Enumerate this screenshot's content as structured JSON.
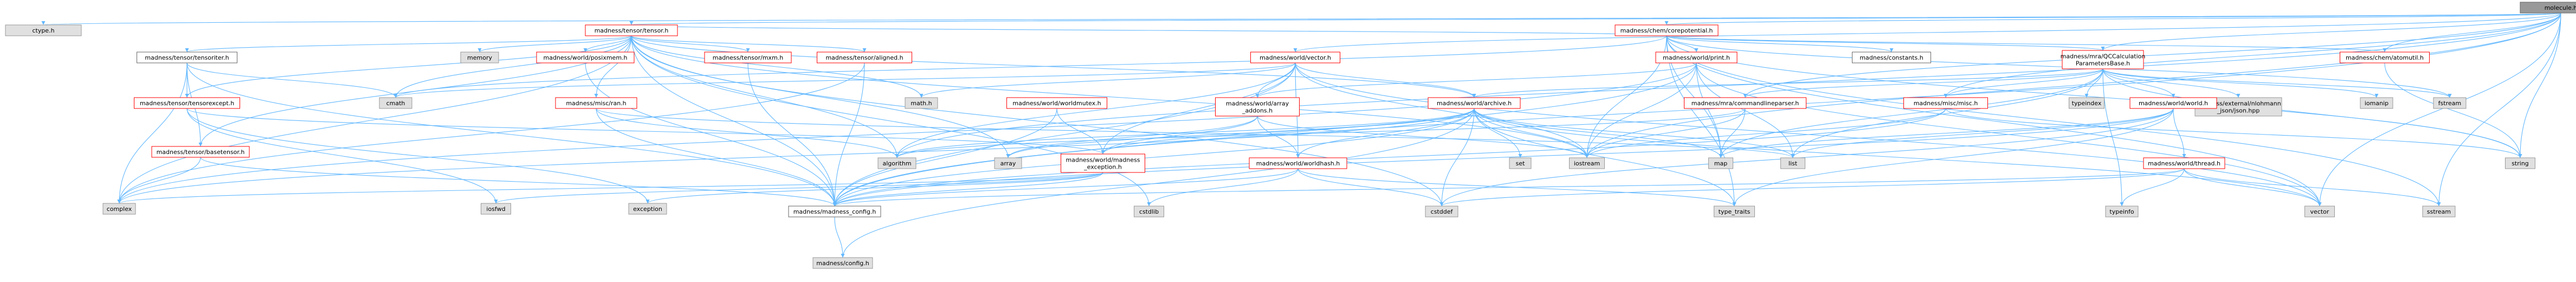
{
  "title": "molecule.h",
  "colors": {
    "root_fill": "#999999",
    "local_fill": "#ffffff",
    "local_border": "#666666",
    "linked_border": "#ff0000",
    "system_fill": "#e0e0e0",
    "system_border": "#999999",
    "edge": "#63b8ff",
    "background": "#ffffff"
  },
  "nodes": {
    "molecule_h": {
      "label": [
        "molecule.h"
      ],
      "kind": "root"
    },
    "ctype_h": {
      "label": [
        "ctype.h"
      ],
      "kind": "system"
    },
    "tensor_h": {
      "label": [
        "madness/tensor/tensor.h"
      ],
      "kind": "local-linked"
    },
    "corepotential_h": {
      "label": [
        "madness/chem/corepotential.h"
      ],
      "kind": "local-linked"
    },
    "tensoriter_h": {
      "label": [
        "madness/tensor/tensoriter.h"
      ],
      "kind": "local"
    },
    "memory": {
      "label": [
        "memory"
      ],
      "kind": "system"
    },
    "posixmem_h": {
      "label": [
        "madness/world/posixmem.h"
      ],
      "kind": "local-linked"
    },
    "mxm_h": {
      "label": [
        "madness/tensor/mxm.h"
      ],
      "kind": "local-linked"
    },
    "aligned_h": {
      "label": [
        "madness/tensor/aligned.h"
      ],
      "kind": "local-linked"
    },
    "vector_h": {
      "label": [
        "madness/world/vector.h"
      ],
      "kind": "local-linked"
    },
    "print_h": {
      "label": [
        "madness/world/print.h"
      ],
      "kind": "local-linked"
    },
    "constants_h": {
      "label": [
        "madness/constants.h"
      ],
      "kind": "local"
    },
    "qccalc_h": {
      "label": [
        "madness/mra/QCCalculation",
        "ParametersBase.h"
      ],
      "kind": "local-linked"
    },
    "atomutil_h": {
      "label": [
        "madness/chem/atomutil.h"
      ],
      "kind": "local-linked"
    },
    "tensorexcept_h": {
      "label": [
        "madness/tensor/tensorexcept.h"
      ],
      "kind": "local-linked"
    },
    "cmath": {
      "label": [
        "cmath"
      ],
      "kind": "system"
    },
    "ran_h": {
      "label": [
        "madness/misc/ran.h"
      ],
      "kind": "local-linked"
    },
    "math_h": {
      "label": [
        "math.h"
      ],
      "kind": "system"
    },
    "worldmutex_h": {
      "label": [
        "madness/world/worldmutex.h"
      ],
      "kind": "local-linked"
    },
    "array_addons_h": {
      "label": [
        "madness/world/array",
        "_addons.h"
      ],
      "kind": "local-linked"
    },
    "archive_h": {
      "label": [
        "madness/world/archive.h"
      ],
      "kind": "local-linked"
    },
    "commandlineparser_h": {
      "label": [
        "madness/mra/commandlineparser.h"
      ],
      "kind": "local-linked"
    },
    "misc_h": {
      "label": [
        "madness/misc/misc.h"
      ],
      "kind": "local-linked"
    },
    "typeindex": {
      "label": [
        "typeindex"
      ],
      "kind": "system"
    },
    "json_hpp": {
      "label": [
        "madness/external/nlohmann",
        "_json/json.hpp"
      ],
      "kind": "system"
    },
    "iomanip": {
      "label": [
        "iomanip"
      ],
      "kind": "system"
    },
    "fstream": {
      "label": [
        "fstream"
      ],
      "kind": "system"
    },
    "world_h": {
      "label": [
        "madness/world/world.h"
      ],
      "kind": "local-linked"
    },
    "basetensor_h": {
      "label": [
        "madness/tensor/basetensor.h"
      ],
      "kind": "local-linked"
    },
    "madness_exception_h": {
      "label": [
        "madness/world/madness",
        "_exception.h"
      ],
      "kind": "local-linked"
    },
    "worldhash_h": {
      "label": [
        "madness/world/worldhash.h"
      ],
      "kind": "local-linked"
    },
    "thread_h": {
      "label": [
        "madness/world/thread.h"
      ],
      "kind": "local-linked"
    },
    "algorithm": {
      "label": [
        "algorithm"
      ],
      "kind": "system"
    },
    "array": {
      "label": [
        "array"
      ],
      "kind": "system"
    },
    "set": {
      "label": [
        "set"
      ],
      "kind": "system"
    },
    "iostream": {
      "label": [
        "iostream"
      ],
      "kind": "system"
    },
    "map": {
      "label": [
        "map"
      ],
      "kind": "system"
    },
    "list": {
      "label": [
        "list"
      ],
      "kind": "system"
    },
    "string": {
      "label": [
        "string"
      ],
      "kind": "system"
    },
    "complex": {
      "label": [
        "complex"
      ],
      "kind": "system"
    },
    "iosfwd": {
      "label": [
        "iosfwd"
      ],
      "kind": "system"
    },
    "exception": {
      "label": [
        "exception"
      ],
      "kind": "system"
    },
    "madness_config_h": {
      "label": [
        "madness/madness_config.h"
      ],
      "kind": "local"
    },
    "cstdlib": {
      "label": [
        "cstdlib"
      ],
      "kind": "system"
    },
    "cstddef": {
      "label": [
        "cstddef"
      ],
      "kind": "system"
    },
    "type_traits": {
      "label": [
        "type_traits"
      ],
      "kind": "system"
    },
    "typeinfo": {
      "label": [
        "typeinfo"
      ],
      "kind": "system"
    },
    "vector": {
      "label": [
        "vector"
      ],
      "kind": "system"
    },
    "sstream": {
      "label": [
        "sstream"
      ],
      "kind": "system"
    },
    "config_h": {
      "label": [
        "madness/config.h"
      ],
      "kind": "system"
    }
  },
  "edges": [
    [
      "molecule_h",
      "ctype_h"
    ],
    [
      "molecule_h",
      "tensor_h"
    ],
    [
      "molecule_h",
      "corepotential_h"
    ],
    [
      "molecule_h",
      "atomutil_h"
    ],
    [
      "molecule_h",
      "qccalc_h"
    ],
    [
      "molecule_h",
      "misc_h"
    ],
    [
      "molecule_h",
      "commandlineparser_h"
    ],
    [
      "molecule_h",
      "vector_h"
    ],
    [
      "molecule_h",
      "iostream"
    ],
    [
      "molecule_h",
      "string"
    ],
    [
      "molecule_h",
      "vector"
    ],
    [
      "molecule_h",
      "sstream"
    ],
    [
      "molecule_h",
      "algorithm"
    ],
    [
      "molecule_h",
      "madness_config_h"
    ],
    [
      "tensor_h",
      "tensoriter_h"
    ],
    [
      "tensor_h",
      "memory"
    ],
    [
      "tensor_h",
      "posixmem_h"
    ],
    [
      "tensor_h",
      "mxm_h"
    ],
    [
      "tensor_h",
      "aligned_h"
    ],
    [
      "tensor_h",
      "tensorexcept_h"
    ],
    [
      "tensor_h",
      "cmath"
    ],
    [
      "tensor_h",
      "complex"
    ],
    [
      "tensor_h",
      "ran_h"
    ],
    [
      "tensor_h",
      "archive_h"
    ],
    [
      "tensor_h",
      "algorithm"
    ],
    [
      "tensor_h",
      "iostream"
    ],
    [
      "tensor_h",
      "madness_config_h"
    ],
    [
      "tensor_h",
      "array"
    ],
    [
      "tensor_h",
      "math_h"
    ],
    [
      "tensor_h",
      "cstdlib"
    ],
    [
      "tensor_h",
      "cstddef"
    ],
    [
      "tensor_h",
      "basetensor_h"
    ],
    [
      "corepotential_h",
      "tensor_h"
    ],
    [
      "corepotential_h",
      "constants_h"
    ],
    [
      "corepotential_h",
      "print_h"
    ],
    [
      "corepotential_h",
      "qccalc_h"
    ],
    [
      "corepotential_h",
      "atomutil_h"
    ],
    [
      "corepotential_h",
      "string"
    ],
    [
      "corepotential_h",
      "vector"
    ],
    [
      "corepotential_h",
      "map"
    ],
    [
      "corepotential_h",
      "iostream"
    ],
    [
      "corepotential_h",
      "fstream"
    ],
    [
      "corepotential_h",
      "sstream"
    ],
    [
      "corepotential_h",
      "type_traits"
    ],
    [
      "corepotential_h",
      "cmath"
    ],
    [
      "tensoriter_h",
      "tensorexcept_h"
    ],
    [
      "tensoriter_h",
      "basetensor_h"
    ],
    [
      "tensoriter_h",
      "madness_config_h"
    ],
    [
      "tensoriter_h",
      "cmath"
    ],
    [
      "tensoriter_h",
      "complex"
    ],
    [
      "posixmem_h",
      "madness_config_h"
    ],
    [
      "mxm_h",
      "madness_config_h"
    ],
    [
      "aligned_h",
      "madness_config_h"
    ],
    [
      "aligned_h",
      "complex"
    ],
    [
      "vector_h",
      "array_addons_h"
    ],
    [
      "vector_h",
      "archive_h"
    ],
    [
      "vector_h",
      "worldhash_h"
    ],
    [
      "vector_h",
      "madness_exception_h"
    ],
    [
      "vector_h",
      "vector"
    ],
    [
      "vector_h",
      "algorithm"
    ],
    [
      "vector_h",
      "iostream"
    ],
    [
      "vector_h",
      "math_h"
    ],
    [
      "vector_h",
      "cmath"
    ],
    [
      "vector_h",
      "madness_config_h"
    ],
    [
      "print_h",
      "madness_config_h"
    ],
    [
      "print_h",
      "iostream"
    ],
    [
      "print_h",
      "list"
    ],
    [
      "print_h",
      "vector"
    ],
    [
      "print_h",
      "map"
    ],
    [
      "print_h",
      "complex"
    ],
    [
      "print_h",
      "array_addons_h"
    ],
    [
      "qccalc_h",
      "world_h"
    ],
    [
      "qccalc_h",
      "archive_h"
    ],
    [
      "qccalc_h",
      "commandlineparser_h"
    ],
    [
      "qccalc_h",
      "typeindex"
    ],
    [
      "qccalc_h",
      "json_hpp"
    ],
    [
      "qccalc_h",
      "iomanip"
    ],
    [
      "qccalc_h",
      "fstream"
    ],
    [
      "qccalc_h",
      "string"
    ],
    [
      "qccalc_h",
      "map"
    ],
    [
      "qccalc_h",
      "list"
    ],
    [
      "qccalc_h",
      "misc_h"
    ],
    [
      "qccalc_h",
      "typeinfo"
    ],
    [
      "atomutil_h",
      "string"
    ],
    [
      "tensorexcept_h",
      "madness_exception_h"
    ],
    [
      "tensorexcept_h",
      "iosfwd"
    ],
    [
      "tensorexcept_h",
      "exception"
    ],
    [
      "ran_h",
      "madness_config_h"
    ],
    [
      "ran_h",
      "algorithm"
    ],
    [
      "ran_h",
      "list"
    ],
    [
      "worldmutex_h",
      "madness_exception_h"
    ],
    [
      "worldmutex_h",
      "madness_config_h"
    ],
    [
      "array_addons_h",
      "madness_exception_h"
    ],
    [
      "array_addons_h",
      "worldhash_h"
    ],
    [
      "array_addons_h",
      "array"
    ],
    [
      "array_addons_h",
      "iostream"
    ],
    [
      "archive_h",
      "madness_exception_h"
    ],
    [
      "archive_h",
      "worldhash_h"
    ],
    [
      "archive_h",
      "algorithm"
    ],
    [
      "archive_h",
      "array"
    ],
    [
      "archive_h",
      "set"
    ],
    [
      "archive_h",
      "iostream"
    ],
    [
      "archive_h",
      "map"
    ],
    [
      "archive_h",
      "list"
    ],
    [
      "archive_h",
      "complex"
    ],
    [
      "archive_h",
      "cstddef"
    ],
    [
      "archive_h",
      "type_traits"
    ],
    [
      "archive_h",
      "vector"
    ],
    [
      "archive_h",
      "madness_config_h"
    ],
    [
      "archive_h",
      "config_h"
    ],
    [
      "commandlineparser_h",
      "map"
    ],
    [
      "commandlineparser_h",
      "algorithm"
    ],
    [
      "commandlineparser_h",
      "iostream"
    ],
    [
      "misc_h",
      "iostream"
    ],
    [
      "misc_h",
      "string"
    ],
    [
      "misc_h",
      "madness_config_h"
    ],
    [
      "world_h",
      "thread_h"
    ],
    [
      "world_h",
      "map"
    ],
    [
      "world_h",
      "list"
    ],
    [
      "world_h",
      "cstddef"
    ],
    [
      "world_h",
      "type_traits"
    ],
    [
      "world_h",
      "madness_config_h"
    ],
    [
      "basetensor_h",
      "madness_config_h"
    ],
    [
      "basetensor_h",
      "complex"
    ],
    [
      "madness_exception_h",
      "madness_config_h"
    ],
    [
      "madness_exception_h",
      "complex"
    ],
    [
      "madness_exception_h",
      "exception"
    ],
    [
      "madness_exception_h",
      "iosfwd"
    ],
    [
      "worldhash_h",
      "madness_config_h"
    ],
    [
      "worldhash_h",
      "cstddef"
    ],
    [
      "worldhash_h",
      "cstdlib"
    ],
    [
      "worldhash_h",
      "type_traits"
    ],
    [
      "thread_h",
      "cstddef"
    ],
    [
      "thread_h",
      "typeinfo"
    ],
    [
      "thread_h",
      "vector"
    ],
    [
      "thread_h",
      "sstream"
    ],
    [
      "thread_h",
      "madness_config_h"
    ],
    [
      "madness_config_h",
      "config_h"
    ]
  ]
}
